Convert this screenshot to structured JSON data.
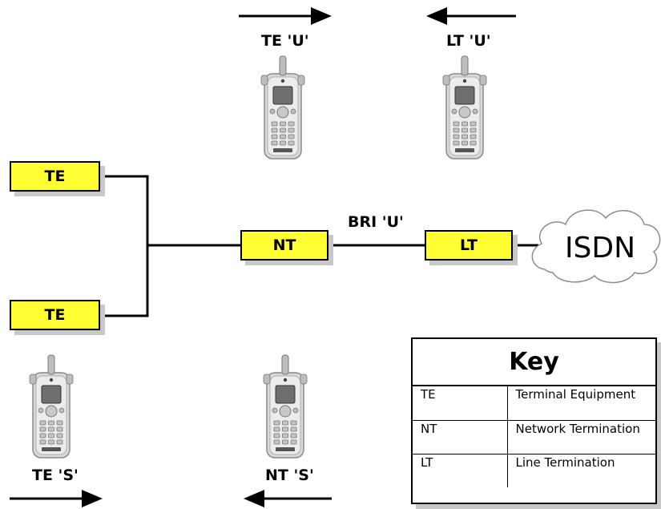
{
  "boxes": {
    "te_top": "TE",
    "te_bottom": "TE",
    "nt": "NT",
    "lt": "LT"
  },
  "labels": {
    "te_u": "TE 'U'",
    "lt_u": "LT 'U'",
    "bri_u": "BRI 'U'",
    "te_s": "TE 'S'",
    "nt_s": "NT 'S'"
  },
  "cloud": "ISDN",
  "key": {
    "title": "Key",
    "rows": [
      {
        "abbr": "TE",
        "desc": "Terminal Equipment"
      },
      {
        "abbr": "NT",
        "desc": "Network Termination"
      },
      {
        "abbr": "LT",
        "desc": "Line Termination"
      }
    ]
  },
  "colors": {
    "box_fill": "#ffff33",
    "shadow": "#c8c8c8",
    "line": "#000000"
  }
}
